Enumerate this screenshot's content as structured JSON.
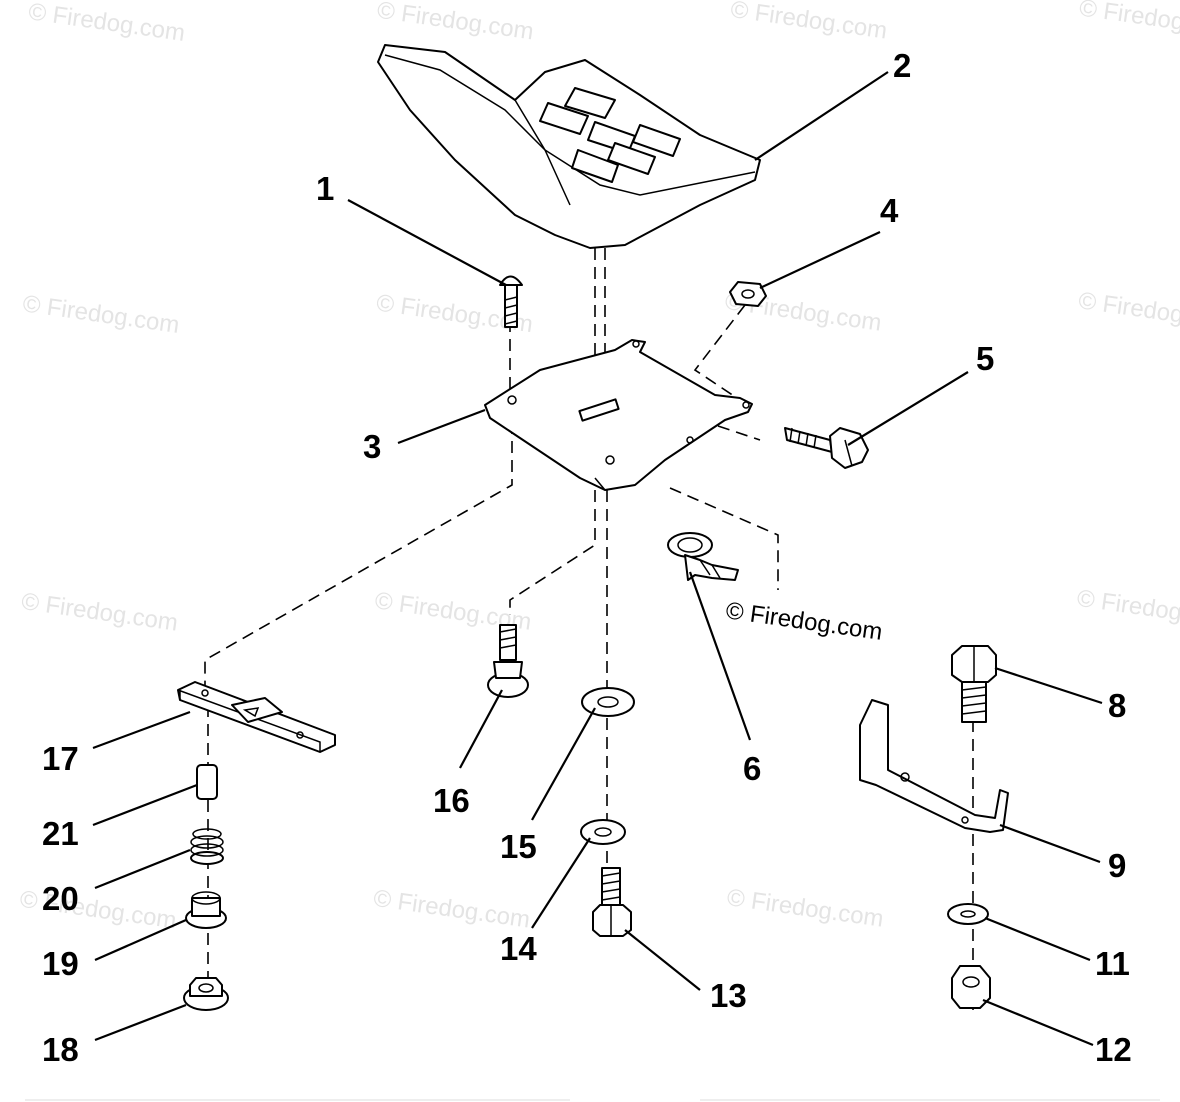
{
  "watermark": "© Firedog.com",
  "copyright": "© Firedog.com",
  "callouts": {
    "c1": "1",
    "c2": "2",
    "c3": "3",
    "c4": "4",
    "c5": "5",
    "c6": "6",
    "c8": "8",
    "c9": "9",
    "c11": "11",
    "c12": "12",
    "c13": "13",
    "c14": "14",
    "c15": "15",
    "c16": "16",
    "c17": "17",
    "c18": "18",
    "c19": "19",
    "c20": "20",
    "c21": "21"
  }
}
